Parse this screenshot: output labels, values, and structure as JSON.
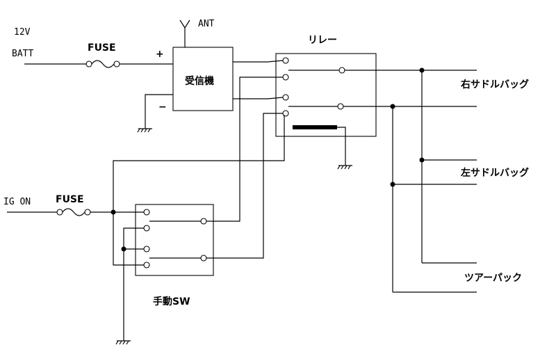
{
  "labels": {
    "batt_voltage": "12V",
    "batt": "BATT",
    "fuse_top": "FUSE",
    "plus": "+",
    "minus": "−",
    "antenna": "ANT",
    "receiver": "受信機",
    "relay": "リレー",
    "right_saddlebag": "右サドルバッグ",
    "left_saddlebag": "左サドルバッグ",
    "tour_pack": "ツアーパック",
    "ig_on": "IG ON",
    "fuse_bottom": "FUSE",
    "manual_sw": "手動SW"
  }
}
